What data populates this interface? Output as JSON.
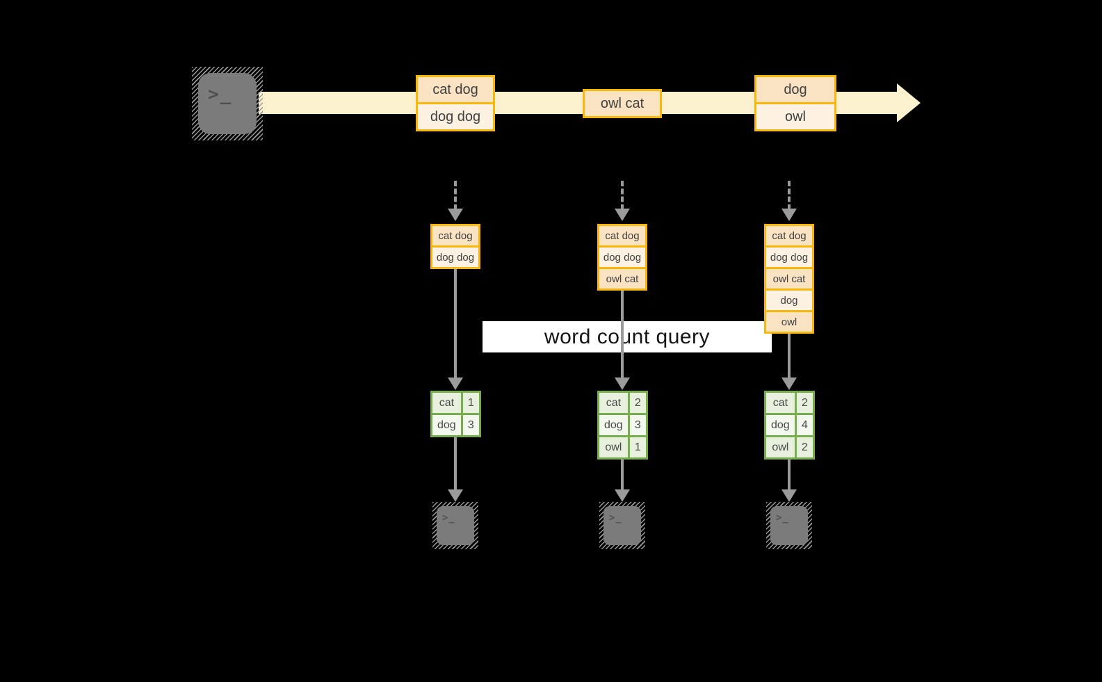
{
  "query_label": "word count query",
  "icons": {
    "terminal_prompt": ">_"
  },
  "colors": {
    "background": "#000000",
    "stream_band": "#FCF1CE",
    "orange_border": "#F8B70A",
    "orange_fill_dark": "#FAE3C3",
    "orange_fill_light": "#FDF2E2",
    "green_border": "#76AD4D",
    "green_fill_dark": "#E7F0DC",
    "green_fill_light": "#F3F8EE",
    "connector_gray": "#9B9B9B",
    "terminal_gray": "#7B7B7B",
    "label_bg": "#FFFFFF",
    "text_dark": "#404040"
  },
  "stream": {
    "events": [
      {
        "lines": [
          "cat dog",
          "dog dog"
        ]
      },
      {
        "lines": [
          "owl cat"
        ]
      },
      {
        "lines": [
          "dog",
          "owl"
        ]
      }
    ]
  },
  "columns": [
    {
      "batch": [
        "cat dog",
        "dog dog"
      ],
      "counts": [
        {
          "word": "cat",
          "count": "1"
        },
        {
          "word": "dog",
          "count": "3"
        }
      ]
    },
    {
      "batch": [
        "cat dog",
        "dog dog",
        "owl cat"
      ],
      "counts": [
        {
          "word": "cat",
          "count": "2"
        },
        {
          "word": "dog",
          "count": "3"
        },
        {
          "word": "owl",
          "count": "1"
        }
      ]
    },
    {
      "batch": [
        "cat dog",
        "dog dog",
        "owl cat",
        "dog",
        "owl"
      ],
      "counts": [
        {
          "word": "cat",
          "count": "2"
        },
        {
          "word": "dog",
          "count": "4"
        },
        {
          "word": "owl",
          "count": "2"
        }
      ]
    }
  ]
}
